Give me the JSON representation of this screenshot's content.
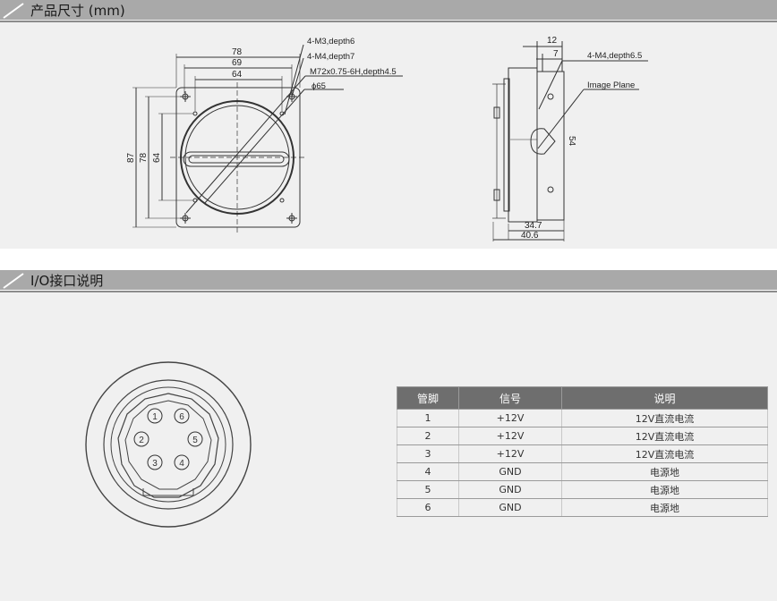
{
  "sections": {
    "dimensions": {
      "title": "产品尺寸 (mm)"
    },
    "io": {
      "title": "I/O接口说明"
    }
  },
  "front_view": {
    "dims": {
      "w78": "78",
      "w69": "69",
      "w64": "64",
      "h87": "87",
      "h78": "78",
      "h64": "64"
    },
    "callouts": {
      "m3": "4-M3,depth6",
      "m4": "4-M4,depth7",
      "m72": "M72x0.75-6H,depth4.5",
      "dia": "ϕ65"
    }
  },
  "side_view": {
    "dims": {
      "d12": "12",
      "d7": "7",
      "d54": "54",
      "d347": "34.7",
      "d406": "40.6"
    },
    "callouts": {
      "m4": "4-M4,depth6.5",
      "plane": "Image Plane"
    }
  },
  "connector": {
    "pins": [
      "1",
      "2",
      "3",
      "4",
      "5",
      "6"
    ]
  },
  "pin_table": {
    "headers": [
      "管脚",
      "信号",
      "说明"
    ],
    "rows": [
      [
        "1",
        "+12V",
        "12V直流电流"
      ],
      [
        "2",
        "+12V",
        "12V直流电流"
      ],
      [
        "3",
        "+12V",
        "12V直流电流"
      ],
      [
        "4",
        "GND",
        "电源地"
      ],
      [
        "5",
        "GND",
        "电源地"
      ],
      [
        "6",
        "GND",
        "电源地"
      ]
    ]
  }
}
